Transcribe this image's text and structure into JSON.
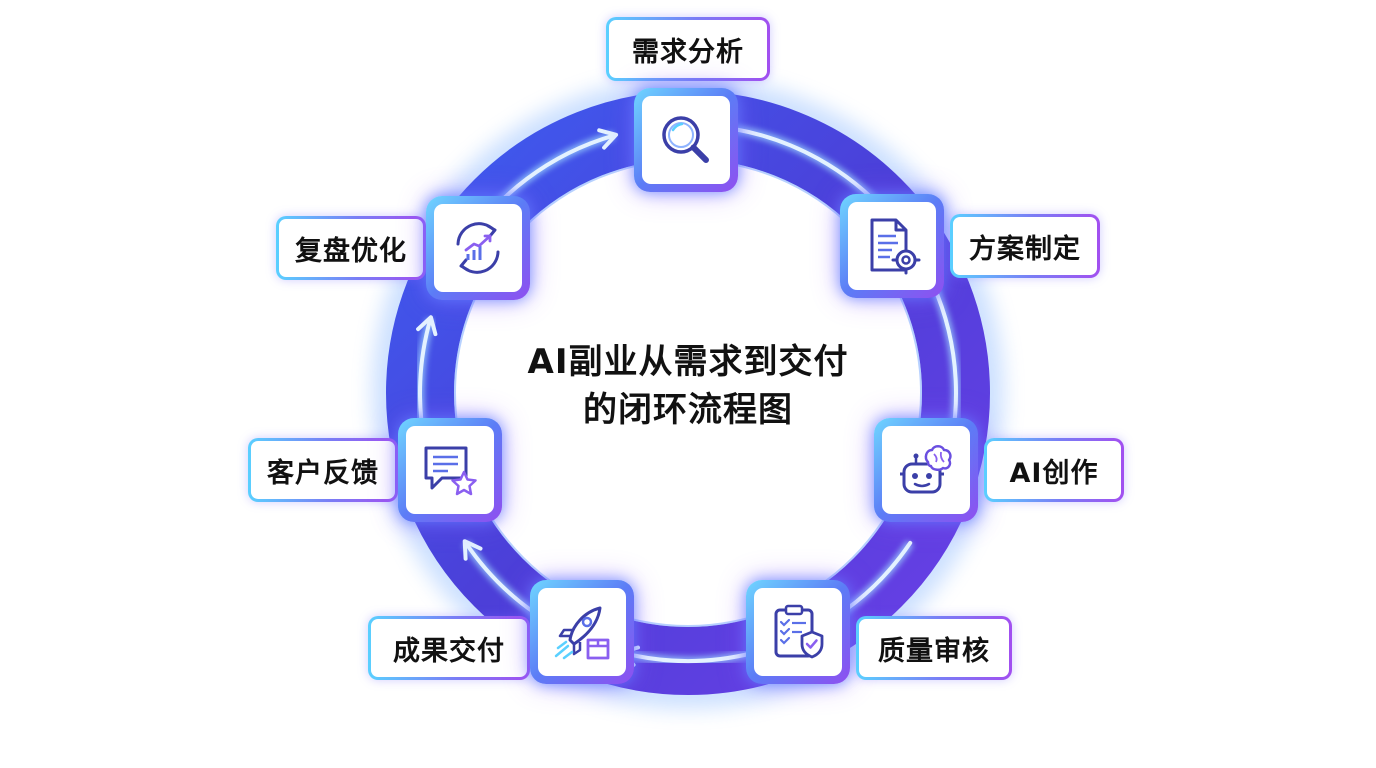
{
  "diagram": {
    "title_line1": "AI副业从需求到交付",
    "title_line2": "的闭环流程图",
    "steps": [
      {
        "label": "需求分析",
        "icon": "magnifier-icon"
      },
      {
        "label": "方案制定",
        "icon": "document-gear-icon"
      },
      {
        "label": "AI创作",
        "icon": "robot-brain-icon"
      },
      {
        "label": "质量审核",
        "icon": "clipboard-shield-icon"
      },
      {
        "label": "成果交付",
        "icon": "rocket-box-icon"
      },
      {
        "label": "客户反馈",
        "icon": "chat-star-icon"
      },
      {
        "label": "复盘优化",
        "icon": "cycle-growth-chart-icon"
      }
    ],
    "flow": "clockwise",
    "colors": {
      "ring_primary": "#4a4fe0",
      "ring_glow": "#7ab8ff",
      "accent_cyan": "#5ad0ff",
      "accent_purple": "#a24ff0",
      "icon_stroke": "#3b3fa8"
    }
  }
}
